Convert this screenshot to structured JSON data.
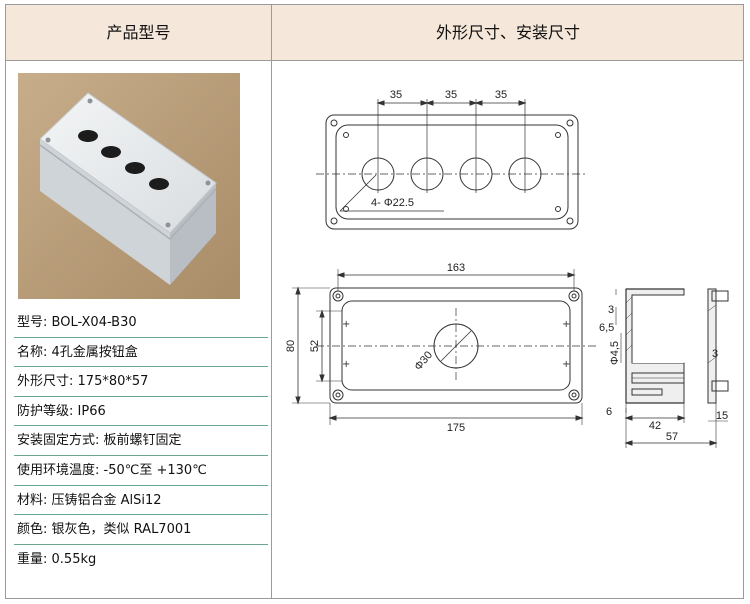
{
  "header": {
    "left_title": "产品型号",
    "right_title": "外形尺寸、安装尺寸"
  },
  "specs": [
    {
      "label": "型号:",
      "value": "BOL-X04-B30"
    },
    {
      "label": "名称:",
      "value": "4孔金属按钮盒"
    },
    {
      "label": "外形尺寸:",
      "value": "175*80*57"
    },
    {
      "label": "防护等级:",
      "value": "IP66"
    },
    {
      "label": "安装固定方式:",
      "value": "板前螺钉固定"
    },
    {
      "label": "使用环境温度:",
      "value": "-50℃至 +130℃"
    },
    {
      "label": "材料:",
      "value": "压铸铝合金  AlSi12"
    },
    {
      "label": "颜色:",
      "value": "银灰色，类似 RAL7001"
    },
    {
      "label": "重量:",
      "value": "0.55kg"
    }
  ],
  "drawing_labels": {
    "pitch_1": "35",
    "pitch_2": "35",
    "pitch_3": "35",
    "holes": "4- Φ22.5",
    "inner_length": "163",
    "height": "80",
    "inner_height": "52",
    "hole_dia": "Φ30",
    "length": "175",
    "wall_top": "3",
    "lip": "6,5",
    "screw": "Φ4,5",
    "wall_side": "3",
    "base": "6",
    "depth_inner": "42",
    "lid": "15",
    "depth": "57"
  },
  "colors": {
    "header_bg": "#f5e7d9",
    "divider_green": "#6ba78c",
    "box_grey": "#e7eaec",
    "backdrop_tan": "#b79c78"
  }
}
